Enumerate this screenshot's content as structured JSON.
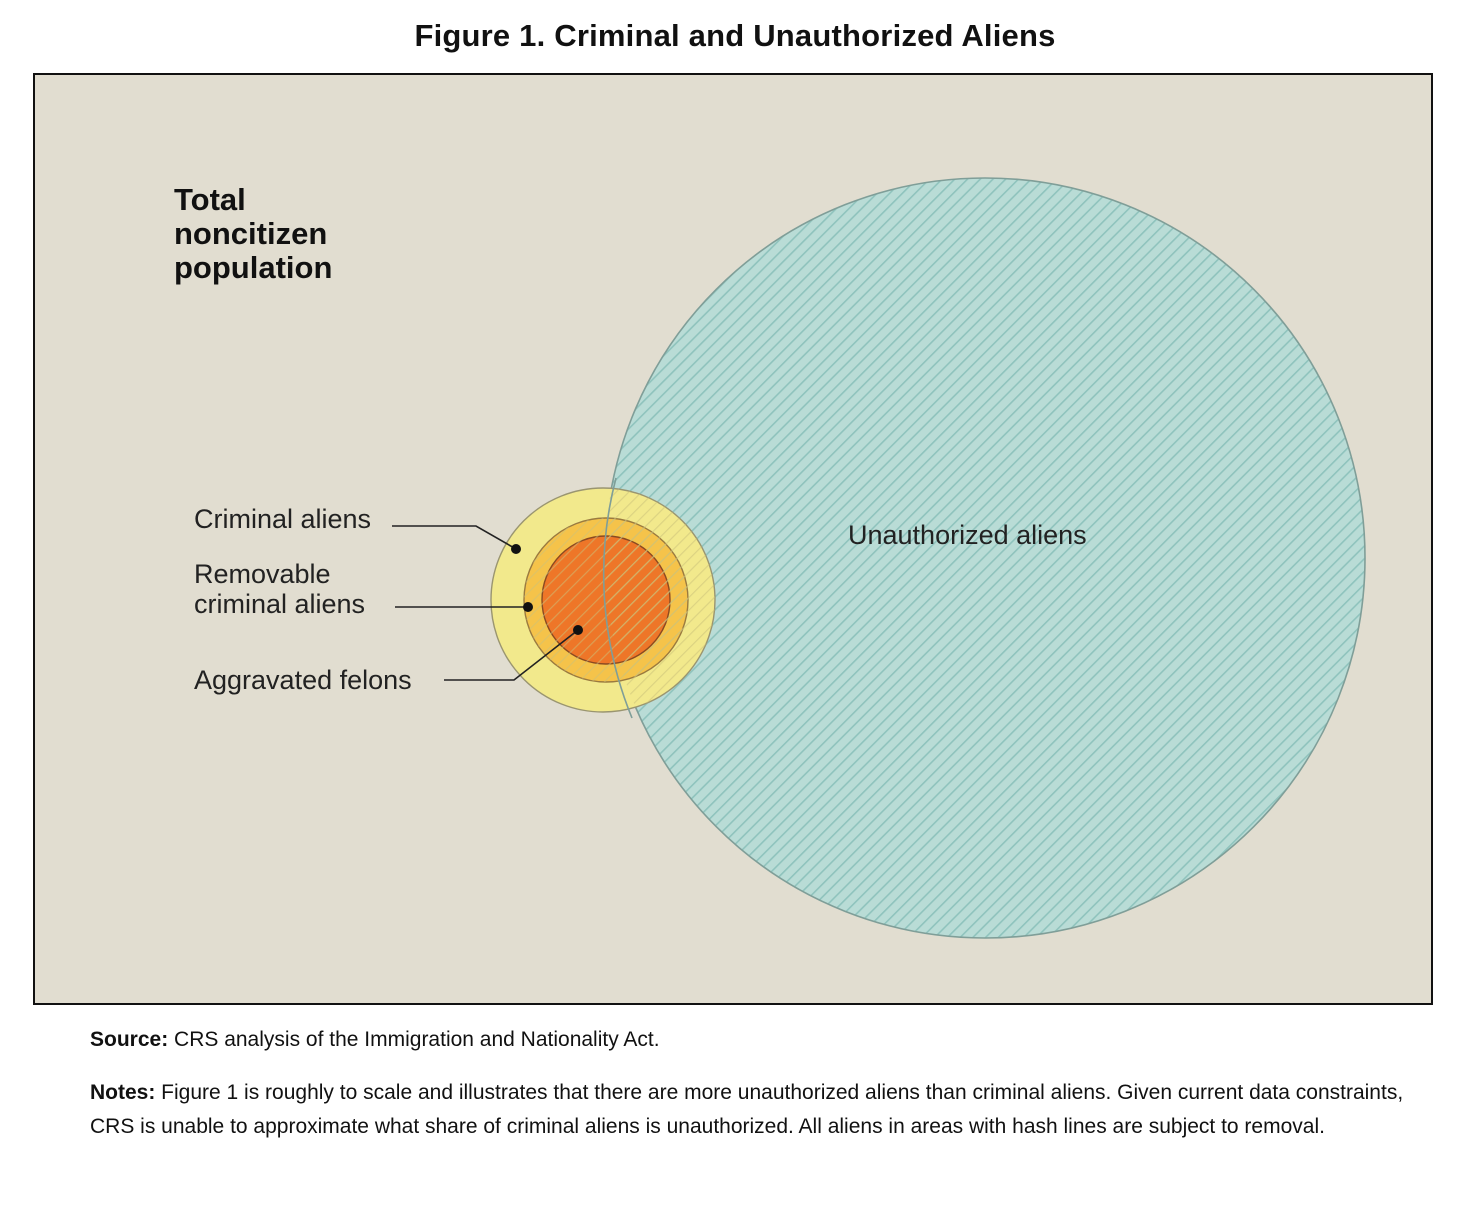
{
  "figure": {
    "title": "Figure 1. Criminal and Unauthorized Aliens"
  },
  "diagram": {
    "outer_label_lines": [
      "Total",
      "noncitizen",
      "population"
    ],
    "sets": {
      "criminal_aliens": "Criminal aliens",
      "removable_criminal_aliens_lines": [
        "Removable",
        "criminal aliens"
      ],
      "aggravated_felons": "Aggravated felons",
      "unauthorized_aliens": "Unauthorized aliens"
    },
    "colors": {
      "background": "#e1ddd0",
      "criminal_aliens_fill": "#f2e98c",
      "removable_fill": "#f5c34a",
      "aggravated_fill": "#ee7628",
      "unauthorized_fill": "#b9dcd6",
      "hatch_line": "#8fc3bd"
    }
  },
  "caption": {
    "source_label": "Source:",
    "source_text": " CRS analysis of the Immigration and Nationality Act.",
    "notes_label": "Notes:",
    "notes_text": " Figure 1 is roughly to scale and illustrates that there are more unauthorized aliens than criminal aliens. Given current data constraints, CRS is unable to approximate what share of criminal aliens is unauthorized. All aliens in areas with hash lines are subject to removal."
  }
}
